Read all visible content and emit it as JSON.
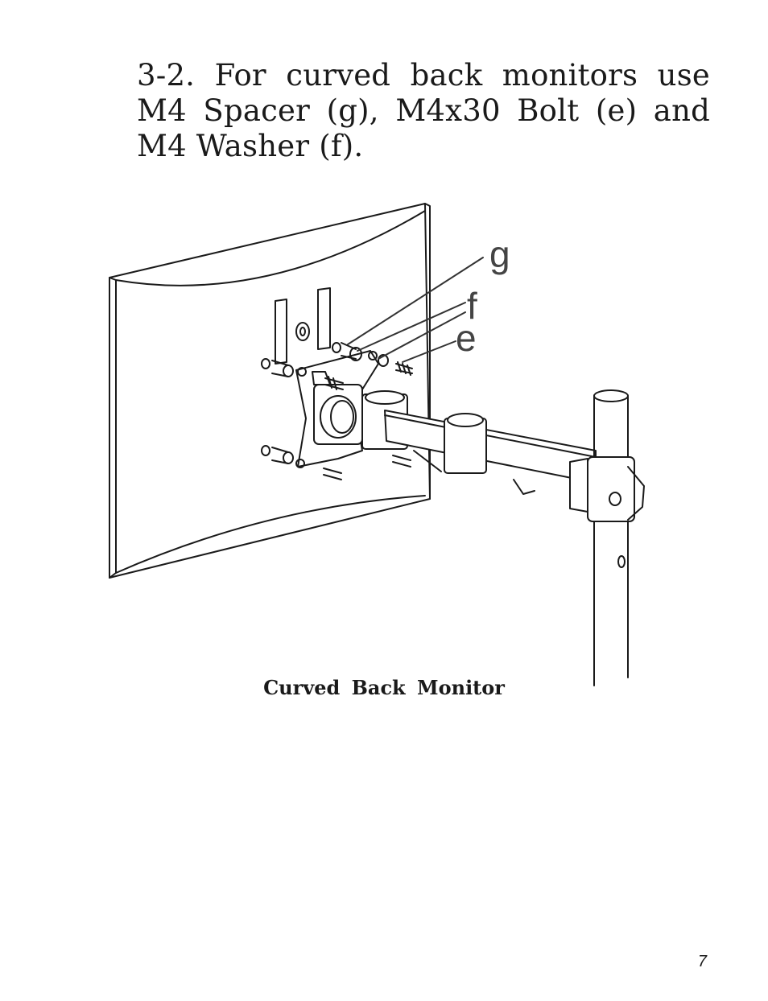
{
  "instruction": {
    "text": "3-2.  For curved back monitors use M4 Spacer (g), M4x30 Bolt (e) and M4 Washer (f)."
  },
  "figure": {
    "callouts": {
      "g": "g",
      "f": "f",
      "e": "e"
    },
    "caption": "Curved  Back  Monitor"
  },
  "page": {
    "number": "7"
  },
  "colors": {
    "ink": "#1a1a1a",
    "callout": "#444444"
  }
}
